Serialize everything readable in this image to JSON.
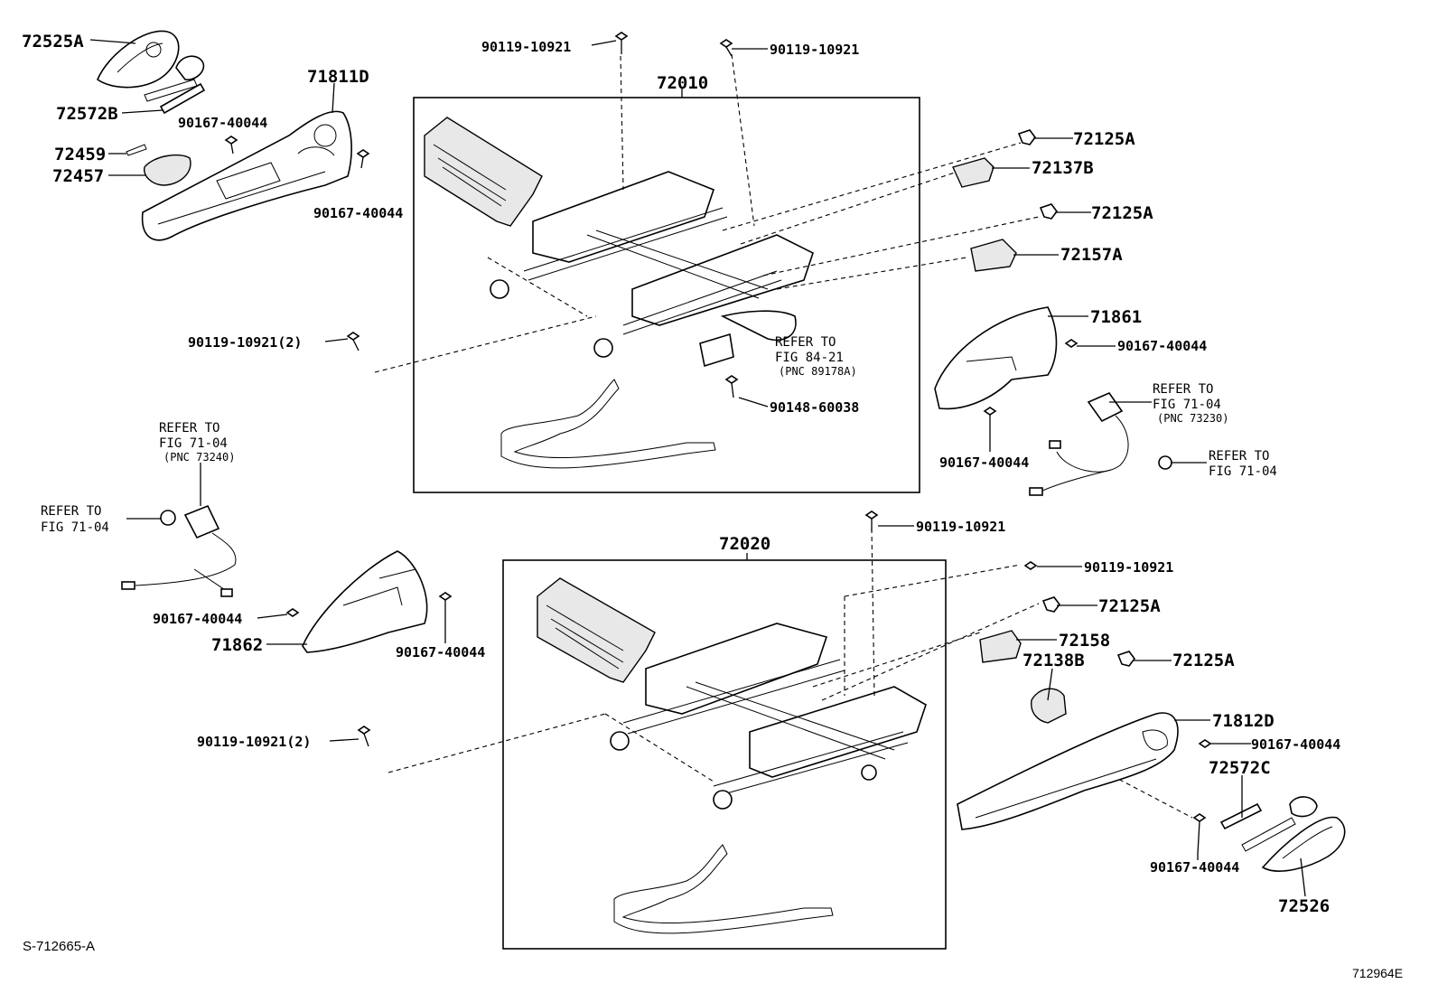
{
  "labels": {
    "p72525A": "72525A",
    "p72572B": "72572B",
    "p72459": "72459",
    "p72457": "72457",
    "p71811D": "71811D",
    "p90167_a": "90167-40044",
    "p90167_b": "90167-40044",
    "p90119_top1": "90119-10921",
    "p90119_top2": "90119-10921",
    "p72010": "72010",
    "p72125A_1": "72125A",
    "p72137B": "72137B",
    "p72125A_2": "72125A",
    "p72157A": "72157A",
    "p71861": "71861",
    "p90167_c": "90167-40044",
    "p90119_2a": "90119-10921(2)",
    "refer_84_l1": "REFER TO",
    "refer_84_l2": "FIG 84-21",
    "refer_84_l3": "(PNC 89178A)",
    "p90148": "90148-60038",
    "p90167_d": "90167-40044",
    "refer_7104_r_l1": "REFER TO",
    "refer_7104_r_l2": "FIG 71-04",
    "refer_7104_r_l3": "(PNC 73230)",
    "refer_7104_r2_l1": "REFER TO",
    "refer_7104_r2_l2": "FIG 71-04",
    "refer_7104_l_l1": "REFER TO",
    "refer_7104_l_l2": "FIG 71-04",
    "refer_7104_l_l3": "(PNC 73240)",
    "refer_7104_l2_l1": "REFER TO",
    "refer_7104_l2_l2": "FIG 71-04",
    "p90119_mid": "90119-10921",
    "p72020": "72020",
    "p90119_mid2": "90119-10921",
    "p72125A_3": "72125A",
    "p72158": "72158",
    "p72138B": "72138B",
    "p72125A_4": "72125A",
    "p90167_e": "90167-40044",
    "p71862": "71862",
    "p90167_f": "90167-40044",
    "p90119_2b": "90119-10921(2)",
    "p71812D": "71812D",
    "p90167_g": "90167-40044",
    "p72572C": "72572C",
    "p90167_h": "90167-40044",
    "p72526": "72526",
    "code_left": "S-712665-A",
    "code_right": "712964E"
  }
}
